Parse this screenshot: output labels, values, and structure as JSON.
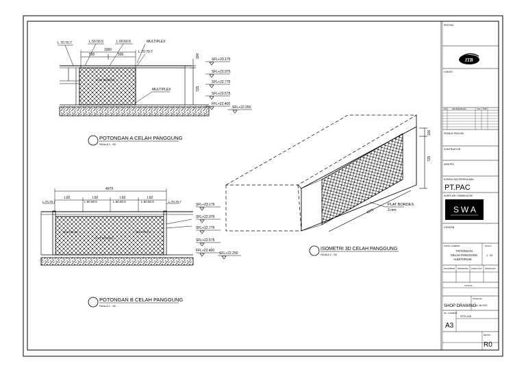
{
  "section_a": {
    "title": "POTONGAN A CELAH PANGGUNG",
    "scale": "SKALA 1 : 50",
    "dims": [
      "L.70.70.7",
      "L.50.50.5",
      "L.60.60.6",
      "1000",
      "500",
      "500",
      "L.70.70.7",
      "100",
      "725"
    ],
    "labels": [
      "MULTIPLEX",
      "MULTIPLEX",
      "PLAT BORDES"
    ],
    "levels": [
      "SFL+23.175",
      "SFL+22.975",
      "SFL+22.775",
      "SFL+22.575",
      "FFL+22.400",
      "SFL+22.250"
    ]
  },
  "section_b": {
    "title": "POTONGAN B CELAH PANGGUNG",
    "scale": "SKALA 1 : 50",
    "overall": "4970",
    "spans": [
      "L92",
      "L92",
      "L92",
      "L92"
    ],
    "angles": [
      "L.70.70.7",
      "L.50.50.5",
      "L.50.50.5",
      "L.50.50.5",
      "L.70.70.7"
    ],
    "labels": [
      "MULTIPLEX",
      "PLAT BORDES",
      "MULTIPLEX"
    ],
    "levels": [
      "SFL+23.175",
      "SFL+22.975",
      "SFL+22.775",
      "SFL+22.575",
      "FFL+22.400",
      "SFL+22.250"
    ]
  },
  "iso": {
    "title": "ISOMETRI 3D CELAH PANGGUNG",
    "scale": "SKALA 1 : 50",
    "dims": [
      "100",
      "725",
      "4970"
    ],
    "note_1": "PLAT BORDES",
    "note_2": "3 mm"
  },
  "title_block": {
    "proyek_label": "PROYEK",
    "logo_text": "ITB",
    "lokasi_label": "LOKASI",
    "revisi_header": [
      "NO",
      "KETERANGAN",
      "TGL",
      "PRF"
    ],
    "owner_label": "PEMILIK PROYEK",
    "contractor_label": "KONTRAKTOR",
    "arsitek_label": "ARSITEK",
    "konsultan_label": "KONSULTAN PERENCANA",
    "konsultan_value": "PT.PAC",
    "supplier_label": "SUPPLIER / FABRIKATOR",
    "swa_text": "SWA",
    "catatan_label": "CATATAN",
    "judul_label": "JUDUL GAMBAR",
    "judul_lines": [
      "POTONGAN",
      "CELAH PANGGUNG",
      "AUDITORIUM"
    ],
    "skala_label": "SKALA",
    "skala_value": "1 : 50",
    "approval": [
      "DIGAMBAR",
      "DIPERIKSA",
      "DISETUJUI",
      "DIKETAHUI"
    ],
    "status_label": "STATUS",
    "status_value": "SHOP DRAWING",
    "tanggal_label": "TANGGAL",
    "tanggal_value": "01 Okt 2020",
    "no_label": "NO. GAMBAR",
    "no_value": "STR-105",
    "kertas_value": "A3",
    "rev_label": "REVISI",
    "rev_value": "R0"
  }
}
